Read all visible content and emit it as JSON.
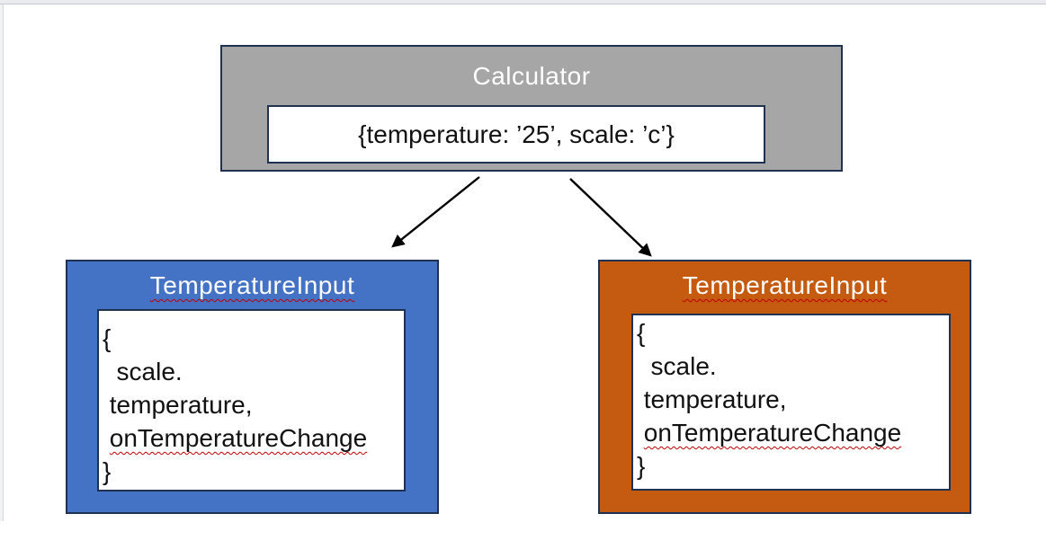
{
  "colors": {
    "calculator_fill": "#a6a6a6",
    "left_fill": "#4472c4",
    "right_fill": "#c55a11",
    "outline": "#1f3251",
    "spellcheck_underline": "#c00000"
  },
  "calculator": {
    "title": "Calculator",
    "state_text": "{temperature: ’25’, scale: ’c’}"
  },
  "arrows": {
    "left": "arrow-down-left",
    "right": "arrow-down-right"
  },
  "inputs": [
    {
      "title": "TemperatureInput",
      "props": {
        "open_brace": "{",
        "scale_line": "  scale.",
        "temperature_line": " temperature,",
        "change_prefix": " ",
        "change_word": "onTemperatureChange",
        "close_brace": "}"
      }
    },
    {
      "title": "TemperatureInput",
      "props": {
        "open_brace": "{",
        "scale_line": "  scale.",
        "temperature_line": " temperature,",
        "change_prefix": " ",
        "change_word": "onTemperatureChange",
        "close_brace": "}"
      }
    }
  ]
}
